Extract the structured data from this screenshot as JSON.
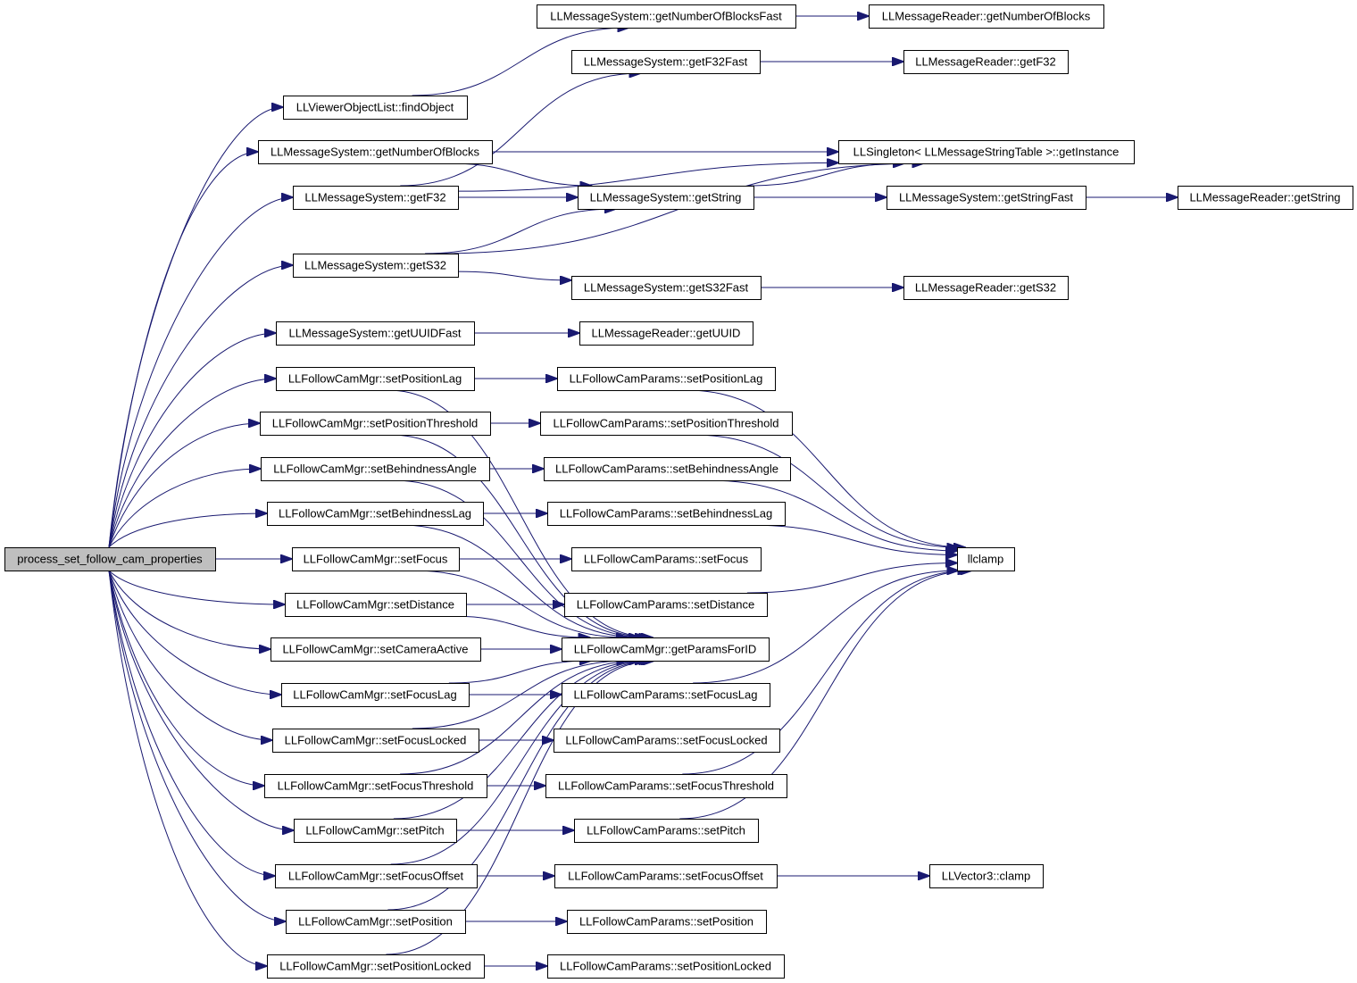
{
  "colors": {
    "edge": "#191970",
    "node_border": "#000000",
    "node_fill": "#ffffff",
    "root_fill": "#bfbfbf",
    "text": "#000000"
  },
  "root": "process_set_follow_cam_properties",
  "nodes": [
    {
      "id": "root",
      "label": "process_set_follow_cam_properties",
      "root": true
    },
    {
      "id": "findObject",
      "label": "LLViewerObjectList::findObject"
    },
    {
      "id": "getNumberOfBlocks",
      "label": "LLMessageSystem::getNumberOfBlocks"
    },
    {
      "id": "getF32",
      "label": "LLMessageSystem::getF32"
    },
    {
      "id": "getS32",
      "label": "LLMessageSystem::getS32"
    },
    {
      "id": "getUUIDFast",
      "label": "LLMessageSystem::getUUIDFast"
    },
    {
      "id": "mgrSetPositionLag",
      "label": "LLFollowCamMgr::setPositionLag"
    },
    {
      "id": "mgrSetPositionThreshold",
      "label": "LLFollowCamMgr::setPositionThreshold"
    },
    {
      "id": "mgrSetBehindnessAngle",
      "label": "LLFollowCamMgr::setBehindnessAngle"
    },
    {
      "id": "mgrSetBehindnessLag",
      "label": "LLFollowCamMgr::setBehindnessLag"
    },
    {
      "id": "mgrSetFocus",
      "label": "LLFollowCamMgr::setFocus"
    },
    {
      "id": "mgrSetDistance",
      "label": "LLFollowCamMgr::setDistance"
    },
    {
      "id": "mgrSetCameraActive",
      "label": "LLFollowCamMgr::setCameraActive"
    },
    {
      "id": "mgrSetFocusLag",
      "label": "LLFollowCamMgr::setFocusLag"
    },
    {
      "id": "mgrSetFocusLocked",
      "label": "LLFollowCamMgr::setFocusLocked"
    },
    {
      "id": "mgrSetFocusThreshold",
      "label": "LLFollowCamMgr::setFocusThreshold"
    },
    {
      "id": "mgrSetPitch",
      "label": "LLFollowCamMgr::setPitch"
    },
    {
      "id": "mgrSetFocusOffset",
      "label": "LLFollowCamMgr::setFocusOffset"
    },
    {
      "id": "mgrSetPosition",
      "label": "LLFollowCamMgr::setPosition"
    },
    {
      "id": "mgrSetPositionLocked",
      "label": "LLFollowCamMgr::setPositionLocked"
    },
    {
      "id": "getNumberOfBlocksFast",
      "label": "LLMessageSystem::getNumberOfBlocksFast"
    },
    {
      "id": "getF32Fast",
      "label": "LLMessageSystem::getF32Fast"
    },
    {
      "id": "getString",
      "label": "LLMessageSystem::getString"
    },
    {
      "id": "getS32Fast",
      "label": "LLMessageSystem::getS32Fast"
    },
    {
      "id": "readerGetUUID",
      "label": "LLMessageReader::getUUID"
    },
    {
      "id": "paramsSetPositionLag",
      "label": "LLFollowCamParams::setPositionLag"
    },
    {
      "id": "paramsSetPositionThreshold",
      "label": "LLFollowCamParams::setPositionThreshold"
    },
    {
      "id": "paramsSetBehindnessAngle",
      "label": "LLFollowCamParams::setBehindnessAngle"
    },
    {
      "id": "paramsSetBehindnessLag",
      "label": "LLFollowCamParams::setBehindnessLag"
    },
    {
      "id": "paramsSetFocus",
      "label": "LLFollowCamParams::setFocus"
    },
    {
      "id": "paramsSetDistance",
      "label": "LLFollowCamParams::setDistance"
    },
    {
      "id": "getParamsForID",
      "label": "LLFollowCamMgr::getParamsForID"
    },
    {
      "id": "paramsSetFocusLag",
      "label": "LLFollowCamParams::setFocusLag"
    },
    {
      "id": "paramsSetFocusLocked",
      "label": "LLFollowCamParams::setFocusLocked"
    },
    {
      "id": "paramsSetFocusThreshold",
      "label": "LLFollowCamParams::setFocusThreshold"
    },
    {
      "id": "paramsSetPitch",
      "label": "LLFollowCamParams::setPitch"
    },
    {
      "id": "paramsSetFocusOffset",
      "label": "LLFollowCamParams::setFocusOffset"
    },
    {
      "id": "paramsSetPosition",
      "label": "LLFollowCamParams::setPosition"
    },
    {
      "id": "paramsSetPositionLocked",
      "label": "LLFollowCamParams::setPositionLocked"
    },
    {
      "id": "readerGetNumberOfBlocks",
      "label": "LLMessageReader::getNumberOfBlocks"
    },
    {
      "id": "readerGetF32",
      "label": "LLMessageReader::getF32"
    },
    {
      "id": "singletonGetInstance",
      "label": "LLSingleton< LLMessageStringTable >::getInstance"
    },
    {
      "id": "getStringFast",
      "label": "LLMessageSystem::getStringFast"
    },
    {
      "id": "readerGetS32",
      "label": "LLMessageReader::getS32"
    },
    {
      "id": "llclamp",
      "label": "llclamp"
    },
    {
      "id": "vectorClamp",
      "label": "LLVector3::clamp"
    },
    {
      "id": "readerGetString",
      "label": "LLMessageReader::getString"
    }
  ],
  "edges": [
    [
      "root",
      "findObject"
    ],
    [
      "root",
      "getNumberOfBlocks"
    ],
    [
      "root",
      "getF32"
    ],
    [
      "root",
      "getS32"
    ],
    [
      "root",
      "getUUIDFast"
    ],
    [
      "root",
      "mgrSetPositionLag"
    ],
    [
      "root",
      "mgrSetPositionThreshold"
    ],
    [
      "root",
      "mgrSetBehindnessAngle"
    ],
    [
      "root",
      "mgrSetBehindnessLag"
    ],
    [
      "root",
      "mgrSetFocus"
    ],
    [
      "root",
      "mgrSetDistance"
    ],
    [
      "root",
      "mgrSetCameraActive"
    ],
    [
      "root",
      "mgrSetFocusLag"
    ],
    [
      "root",
      "mgrSetFocusLocked"
    ],
    [
      "root",
      "mgrSetFocusThreshold"
    ],
    [
      "root",
      "mgrSetPitch"
    ],
    [
      "root",
      "mgrSetFocusOffset"
    ],
    [
      "root",
      "mgrSetPosition"
    ],
    [
      "root",
      "mgrSetPositionLocked"
    ],
    [
      "findObject",
      "getNumberOfBlocksFast"
    ],
    [
      "getNumberOfBlocks",
      "singletonGetInstance"
    ],
    [
      "getNumberOfBlocks",
      "getString"
    ],
    [
      "getF32",
      "getF32Fast"
    ],
    [
      "getF32",
      "singletonGetInstance"
    ],
    [
      "getF32",
      "getString"
    ],
    [
      "getS32",
      "getString"
    ],
    [
      "getS32",
      "singletonGetInstance"
    ],
    [
      "getS32",
      "getS32Fast"
    ],
    [
      "getUUIDFast",
      "readerGetUUID"
    ],
    [
      "mgrSetPositionLag",
      "paramsSetPositionLag"
    ],
    [
      "mgrSetPositionLag",
      "getParamsForID"
    ],
    [
      "mgrSetPositionThreshold",
      "paramsSetPositionThreshold"
    ],
    [
      "mgrSetPositionThreshold",
      "getParamsForID"
    ],
    [
      "mgrSetBehindnessAngle",
      "paramsSetBehindnessAngle"
    ],
    [
      "mgrSetBehindnessAngle",
      "getParamsForID"
    ],
    [
      "mgrSetBehindnessLag",
      "paramsSetBehindnessLag"
    ],
    [
      "mgrSetBehindnessLag",
      "getParamsForID"
    ],
    [
      "mgrSetFocus",
      "paramsSetFocus"
    ],
    [
      "mgrSetFocus",
      "getParamsForID"
    ],
    [
      "mgrSetDistance",
      "paramsSetDistance"
    ],
    [
      "mgrSetDistance",
      "getParamsForID"
    ],
    [
      "mgrSetCameraActive",
      "getParamsForID"
    ],
    [
      "mgrSetFocusLag",
      "paramsSetFocusLag"
    ],
    [
      "mgrSetFocusLag",
      "getParamsForID"
    ],
    [
      "mgrSetFocusLocked",
      "paramsSetFocusLocked"
    ],
    [
      "mgrSetFocusLocked",
      "getParamsForID"
    ],
    [
      "mgrSetFocusThreshold",
      "paramsSetFocusThreshold"
    ],
    [
      "mgrSetFocusThreshold",
      "getParamsForID"
    ],
    [
      "mgrSetPitch",
      "paramsSetPitch"
    ],
    [
      "mgrSetPitch",
      "getParamsForID"
    ],
    [
      "mgrSetFocusOffset",
      "paramsSetFocusOffset"
    ],
    [
      "mgrSetFocusOffset",
      "getParamsForID"
    ],
    [
      "mgrSetPosition",
      "paramsSetPosition"
    ],
    [
      "mgrSetPosition",
      "getParamsForID"
    ],
    [
      "mgrSetPositionLocked",
      "paramsSetPositionLocked"
    ],
    [
      "mgrSetPositionLocked",
      "getParamsForID"
    ],
    [
      "getNumberOfBlocksFast",
      "readerGetNumberOfBlocks"
    ],
    [
      "getF32Fast",
      "readerGetF32"
    ],
    [
      "getString",
      "singletonGetInstance"
    ],
    [
      "getString",
      "getStringFast"
    ],
    [
      "getS32Fast",
      "readerGetS32"
    ],
    [
      "paramsSetPositionLag",
      "llclamp"
    ],
    [
      "paramsSetPositionThreshold",
      "llclamp"
    ],
    [
      "paramsSetBehindnessAngle",
      "llclamp"
    ],
    [
      "paramsSetBehindnessLag",
      "llclamp"
    ],
    [
      "paramsSetDistance",
      "llclamp"
    ],
    [
      "paramsSetFocusLag",
      "llclamp"
    ],
    [
      "paramsSetFocusThreshold",
      "llclamp"
    ],
    [
      "paramsSetPitch",
      "llclamp"
    ],
    [
      "paramsSetFocusOffset",
      "vectorClamp"
    ],
    [
      "getStringFast",
      "readerGetString"
    ]
  ]
}
